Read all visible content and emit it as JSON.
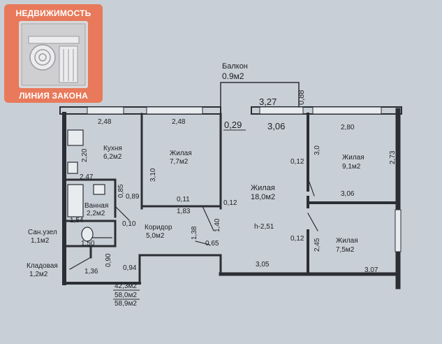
{
  "brand": {
    "name_top": "НЕДВИЖИМОСТЬ",
    "name_bottom": "ЛИНИЯ ЗАКОНА",
    "emblem": "ionic-column-capital-icon",
    "colors": {
      "badge": "#e8795a",
      "emblem_bg": "#d9d9db"
    }
  },
  "rooms": [
    {
      "id": "balcony",
      "name": "Балкон",
      "area": "0.9м2"
    },
    {
      "id": "kitchen",
      "name": "Кухня",
      "area": "6,2м2"
    },
    {
      "id": "living1",
      "name": "Жилая",
      "area": "7,7м2"
    },
    {
      "id": "living2",
      "name": "Жилая",
      "area": "18,0м2"
    },
    {
      "id": "living3",
      "name": "Жилая",
      "area": "9,1м2"
    },
    {
      "id": "living4",
      "name": "Жилая",
      "area": "7,5м2"
    },
    {
      "id": "bath",
      "name": "Ванная",
      "area": "2,2м2"
    },
    {
      "id": "corridor",
      "name": "Коридор",
      "area": "5,0м2"
    },
    {
      "id": "wc",
      "name": "Сан.узел",
      "area": "1,1м2"
    },
    {
      "id": "storage",
      "name": "Кладовая",
      "area": "1,2м2"
    }
  ],
  "ceiling_height": "h-2,51",
  "totals": [
    "42,3м2",
    "58,0м2",
    "58,9м2"
  ],
  "dimensions": [
    "2,48",
    "2,48",
    "3,27",
    "0,88",
    "0,29",
    "3,06",
    "2,80",
    "2,20",
    "2,47",
    "3,10",
    "0,85",
    "0,89",
    "0,11",
    "1,83",
    "0,12",
    "3,0",
    "0,12",
    "2,73",
    "3,06",
    "1,54",
    "0,10",
    "1,38",
    "1,40",
    "1,50",
    "0,65",
    "0,12",
    "2,45",
    "0,90",
    "1,36",
    "0,94",
    "3,05",
    "3,07"
  ],
  "colors": {
    "background": "#c9cfd6",
    "walls": "#2b2e34"
  }
}
